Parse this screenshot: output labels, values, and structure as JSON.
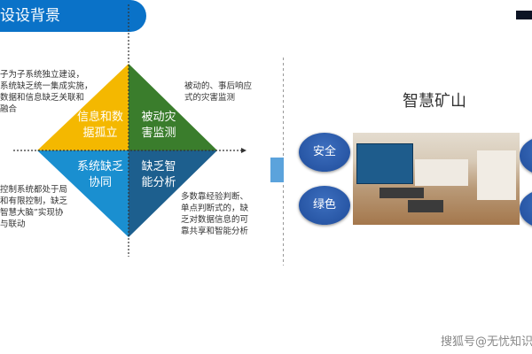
{
  "header": {
    "title": "设设背景"
  },
  "diagram": {
    "quadrants": [
      {
        "label_lines": [
          "信息和数",
          "据孤立"
        ],
        "color": "#f4b800"
      },
      {
        "label_lines": [
          "被动灾",
          "害监测"
        ],
        "color": "#3a7d2c"
      },
      {
        "label_lines": [
          "系统缺乏",
          "协同"
        ],
        "color": "#1a8fd0"
      },
      {
        "label_lines": [
          "缺乏智",
          "能分析"
        ],
        "color": "#1d5f8e"
      }
    ],
    "notes": {
      "top_left": [
        "子为子系统独立建设，",
        "系统缺乏统一集成实施，",
        "数据和信息缺乏关联和",
        "融合"
      ],
      "top_right": [
        "被动的、事后响应",
        "式的灾害监测"
      ],
      "bottom_left": [
        "控制系统都处于局",
        "和有限控制，缺乏",
        "智慧大脑”实现协",
        "与联动"
      ],
      "bottom_right": [
        "多数靠经验判断、",
        "单点判断式的，缺",
        "乏对数据信息的可",
        "靠共享和智能分析"
      ]
    }
  },
  "right": {
    "title": "智慧矿山",
    "bubbles": [
      "安全",
      "绿色"
    ]
  },
  "watermark": "搜狐号@无忧知识"
}
